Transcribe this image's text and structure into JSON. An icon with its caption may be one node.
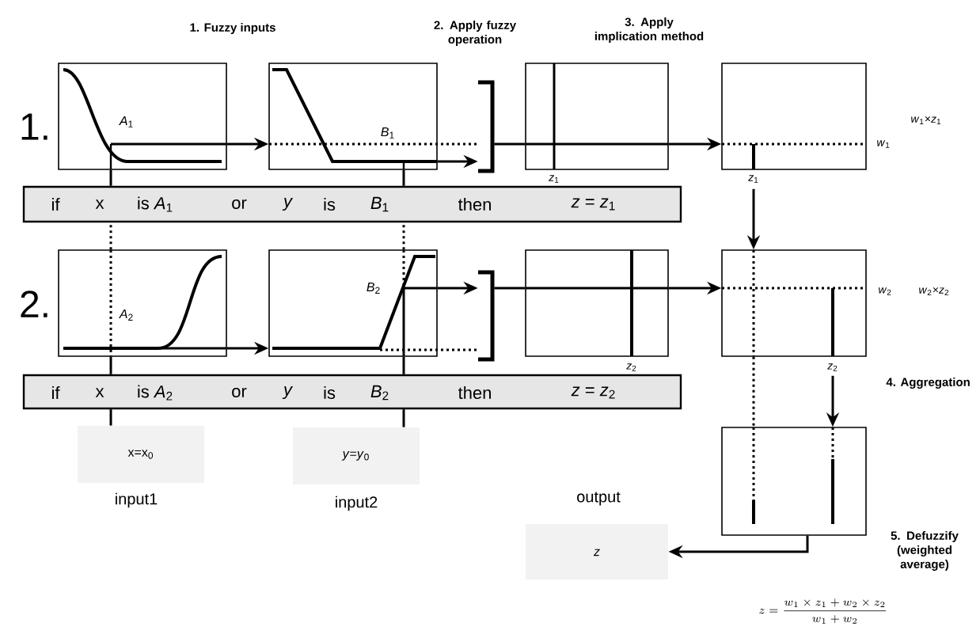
{
  "diagram": {
    "nodes": [
      {
        "text": [
          "*A*$_{1}$"
        ]
      },
      {
        "text": [
          "*B*$_{1}$"
        ]
      },
      {
        "text": [],
        "shape": "bracket"
      },
      {
        "text": [],
        "shape": "box",
        "beside": [
          "*z*$_{1}$"
        ]
      },
      {
        "text": [],
        "shape": "box",
        "beside": [
          "*w*$_{1}$",
          "*w*$_{1}$×*z*$_{1}$",
          "*z*$_{1}$"
        ]
      },
      {
        "text": [
          "if",
          "x",
          "is *A*$_{1}$",
          "or",
          "*y*",
          "is",
          "*B*$_{1}$",
          "then",
          "*z* = *z*$_{1}$"
        ]
      },
      {
        "text": [
          "*A*$_{2}$"
        ]
      },
      {
        "text": [
          "*B*$_{2}$"
        ]
      },
      {
        "text": [],
        "shape": "bracket"
      },
      {
        "text": [],
        "shape": "box",
        "beside": [
          "*z*$_{2}$"
        ]
      },
      {
        "text": [],
        "shape": "box",
        "beside": [
          "*w*$_{2}$",
          "*w*$_{2}$×*z*$_{2}$",
          "*z*$_{2}$"
        ]
      },
      {
        "text": [
          "if",
          "x",
          "is *A*$_{2}$",
          "or",
          "*y*",
          "is",
          "*B*$_{2}$",
          "then",
          "*z* = *z*$_{2}$"
        ]
      },
      {
        "text": [
          "x=x$_{0}$"
        ],
        "beside": [
          "input1"
        ]
      },
      {
        "text": [
          "*y*=*y*$_{0}$"
        ],
        "beside": [
          "input2"
        ]
      },
      {
        "text": [],
        "shape": "box"
      },
      {
        "text": [
          "*z*"
        ],
        "beside": [
          "output"
        ]
      }
    ],
    "edges": [
      {
        "from": 0,
        "to": 1,
        "arrow": "to"
      },
      {
        "from": 1,
        "to": 2,
        "arrow": "to"
      },
      {
        "from": 2,
        "to": 3,
        "arrow": "none"
      },
      {
        "from": 3,
        "to": 4,
        "arrow": "to"
      },
      {
        "from": 4,
        "to": 10,
        "arrow": "to"
      },
      {
        "from": 6,
        "to": 7,
        "arrow": "to"
      },
      {
        "from": 7,
        "to": 8,
        "arrow": "to"
      },
      {
        "from": 8,
        "to": 9,
        "arrow": "none"
      },
      {
        "from": 9,
        "to": 10,
        "arrow": "to"
      },
      {
        "from": 10,
        "to": 14,
        "arrow": "to"
      },
      {
        "from": 10,
        "to": 14,
        "arrow": "none",
        "style": "dashed"
      },
      {
        "from": 14,
        "to": 15,
        "arrow": "to"
      },
      {
        "from": 12,
        "to": 11,
        "arrow": "none"
      },
      {
        "from": 11,
        "to": 6,
        "arrow": "none"
      },
      {
        "from": 6,
        "to": 5,
        "arrow": "none",
        "style": "dashed"
      },
      {
        "from": 5,
        "to": 0,
        "arrow": "none"
      },
      {
        "from": 13,
        "to": 11,
        "arrow": "none"
      },
      {
        "from": 11,
        "to": 7,
        "arrow": "none"
      },
      {
        "from": 7,
        "to": 5,
        "arrow": "none",
        "style": "dashed"
      },
      {
        "from": 5,
        "to": 1,
        "arrow": "none"
      }
    ],
    "labels": [
      "1. Fuzzy inputs",
      "2. Apply fuzzy operation",
      "3. Apply implication method",
      "1.",
      "2.",
      "4. Aggregation",
      "5. Defuzzify (weighted average)",
      "z = \\frac{w_1\\times z_1 + w_2\\times z_2}{w_1 + w_2}"
    ]
  }
}
